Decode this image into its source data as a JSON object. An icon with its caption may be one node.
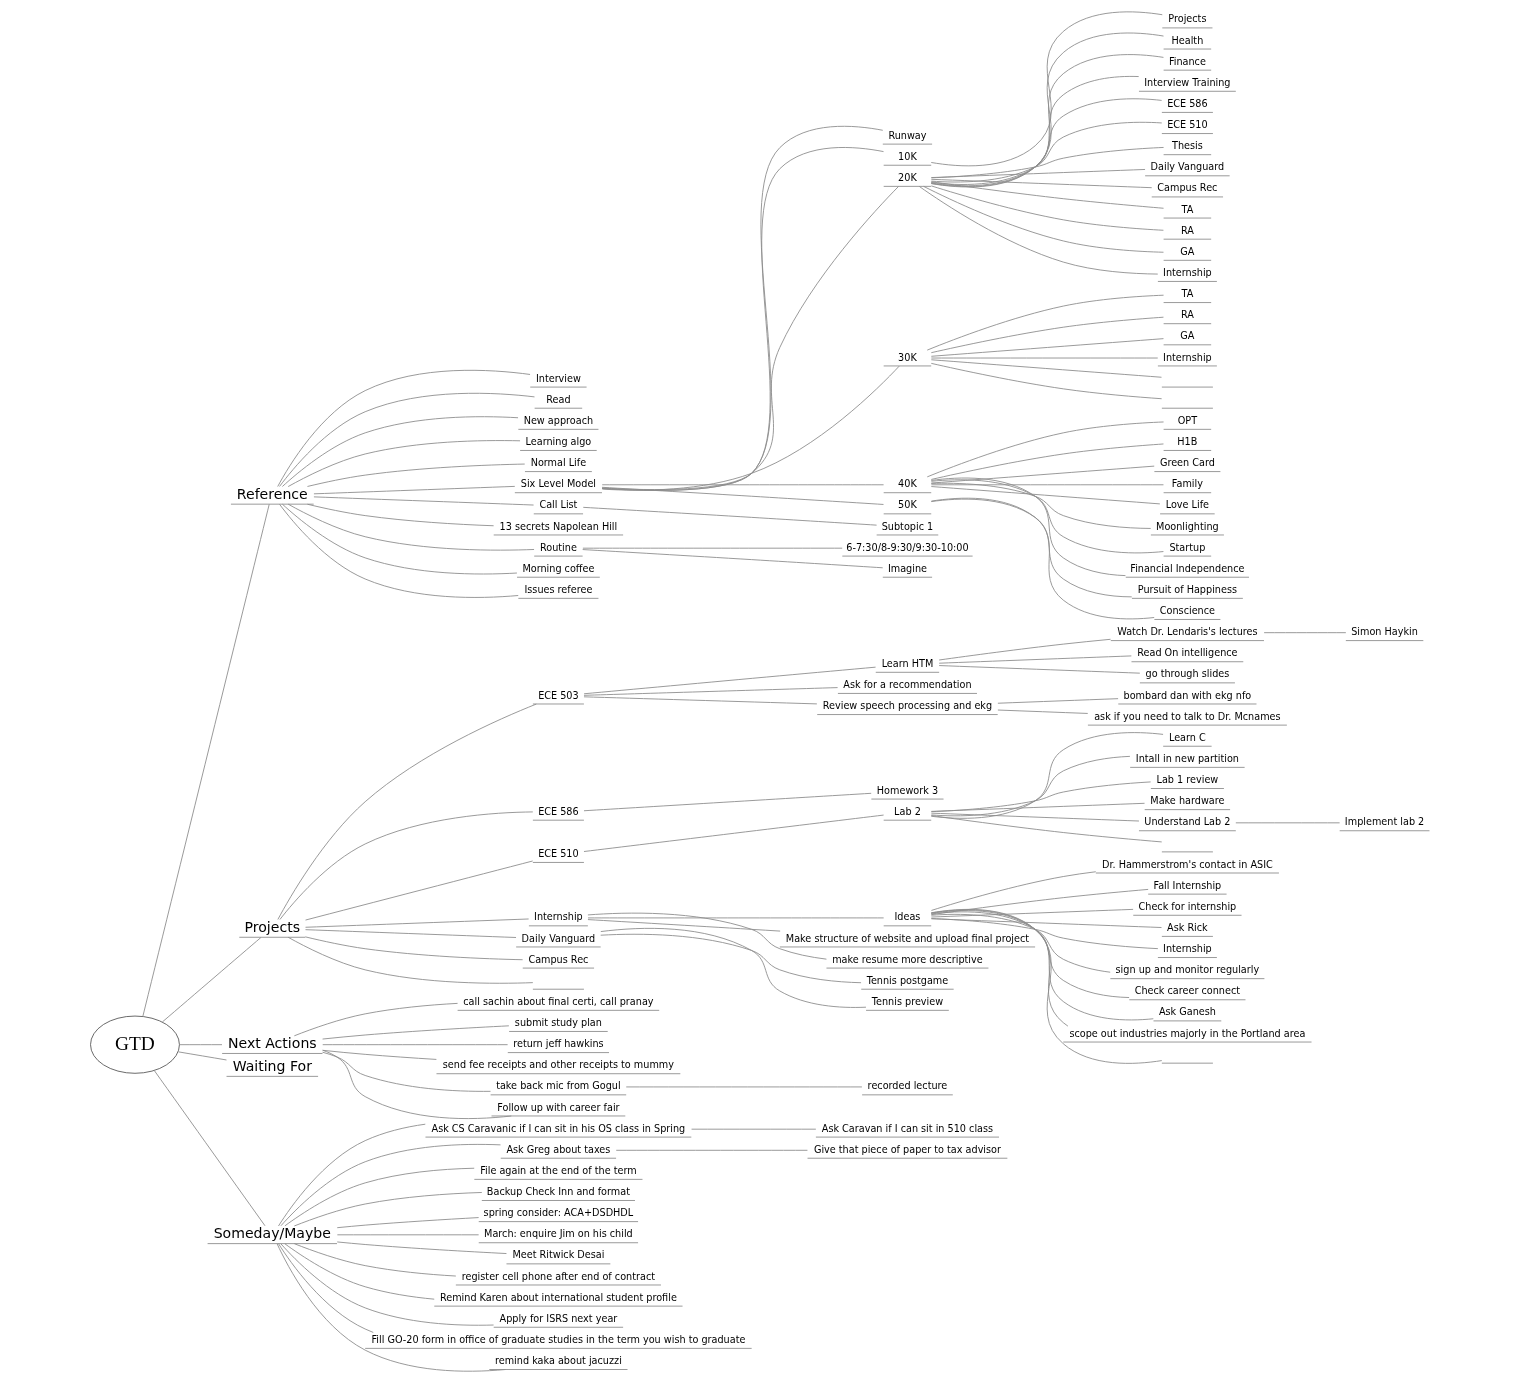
{
  "diagram": {
    "nodes": [
      {
        "text": [
          "GTD"
        ]
      },
      {
        "text": [
          "Reference"
        ]
      },
      {
        "text": [
          "Interview"
        ]
      },
      {
        "text": [
          "Read"
        ]
      },
      {
        "text": [
          "New approach"
        ]
      },
      {
        "text": [
          "Learning algo"
        ]
      },
      {
        "text": [
          "Normal Life"
        ]
      },
      {
        "text": [
          "Six Level Model"
        ]
      },
      {
        "text": [
          "Runway"
        ]
      },
      {
        "text": [
          "10K"
        ]
      },
      {
        "text": [
          "Projects"
        ]
      },
      {
        "text": [
          "20K"
        ]
      },
      {
        "text": [
          "Health"
        ]
      },
      {
        "text": [
          "Finance"
        ]
      },
      {
        "text": [
          "Interview Training"
        ]
      },
      {
        "text": [
          "ECE 586"
        ]
      },
      {
        "text": [
          "ECE 510"
        ]
      },
      {
        "text": [
          "Thesis"
        ]
      },
      {
        "text": [
          "Daily Vanguard"
        ]
      },
      {
        "text": [
          "Campus Rec"
        ]
      },
      {
        "text": [
          "TA"
        ]
      },
      {
        "text": [
          "RA"
        ]
      },
      {
        "text": [
          "GA"
        ]
      },
      {
        "text": [
          "Internship"
        ]
      },
      {
        "text": [
          "30K"
        ]
      },
      {
        "text": [
          "TA"
        ]
      },
      {
        "text": [
          "RA"
        ]
      },
      {
        "text": [
          "GA"
        ]
      },
      {
        "text": [
          "Internship"
        ]
      },
      {
        "text": [],
        "shape": "bar"
      },
      {
        "text": [],
        "shape": "bar"
      },
      {
        "text": [
          "40K"
        ]
      },
      {
        "text": [
          "OPT"
        ]
      },
      {
        "text": [
          "H1B"
        ]
      },
      {
        "text": [
          "Green Card"
        ]
      },
      {
        "text": [
          "Family"
        ]
      },
      {
        "text": [
          "Love Life"
        ]
      },
      {
        "text": [
          "Moonlighting"
        ]
      },
      {
        "text": [
          "Startup"
        ]
      },
      {
        "text": [
          "Financial Independence"
        ]
      },
      {
        "text": [
          "50K"
        ]
      },
      {
        "text": [
          "Pursuit of Happiness"
        ]
      },
      {
        "text": [
          "Conscience"
        ]
      },
      {
        "text": [
          "Call List"
        ]
      },
      {
        "text": [
          "Subtopic 1"
        ]
      },
      {
        "text": [
          "13 secrets Napolean Hill"
        ]
      },
      {
        "text": [
          "Routine"
        ]
      },
      {
        "text": [
          "6-7:30/8-9:30/9:30-10:00"
        ]
      },
      {
        "text": [
          "Imagine"
        ]
      },
      {
        "text": [
          "Morning coffee"
        ]
      },
      {
        "text": [
          "Issues referee"
        ]
      },
      {
        "text": [
          "Projects"
        ]
      },
      {
        "text": [
          "ECE 503"
        ]
      },
      {
        "text": [
          "Learn HTM"
        ]
      },
      {
        "text": [
          "Watch Dr. Lendaris's lectures"
        ]
      },
      {
        "text": [
          "Simon Haykin"
        ]
      },
      {
        "text": [
          "Read On intelligence"
        ]
      },
      {
        "text": [
          "go through slides"
        ]
      },
      {
        "text": [
          "Ask for a recommendation"
        ]
      },
      {
        "text": [
          "Review speech processing and ekg"
        ]
      },
      {
        "text": [
          "bombard dan with ekg nfo"
        ]
      },
      {
        "text": [
          "ask if you need to talk to Dr. Mcnames"
        ]
      },
      {
        "text": [
          "ECE 586"
        ]
      },
      {
        "text": [
          "Homework 3"
        ]
      },
      {
        "text": [
          "ECE 510"
        ]
      },
      {
        "text": [
          "Lab 2"
        ]
      },
      {
        "text": [
          "Learn C"
        ]
      },
      {
        "text": [
          "Intall in new partition"
        ]
      },
      {
        "text": [
          "Lab 1 review"
        ]
      },
      {
        "text": [
          "Make hardware"
        ]
      },
      {
        "text": [
          "Understand Lab 2"
        ]
      },
      {
        "text": [
          "Implement lab 2"
        ]
      },
      {
        "text": [],
        "shape": "bar"
      },
      {
        "text": [
          "Internship"
        ]
      },
      {
        "text": [
          "Ideas"
        ]
      },
      {
        "text": [
          "Dr. Hammerstrom's contact in ASIC"
        ]
      },
      {
        "text": [
          "Fall Internship"
        ]
      },
      {
        "text": [
          "Check for internship"
        ]
      },
      {
        "text": [
          "Ask Rick"
        ]
      },
      {
        "text": [
          "Internship"
        ]
      },
      {
        "text": [
          "sign up and monitor regularly"
        ]
      },
      {
        "text": [
          "Check career connect"
        ]
      },
      {
        "text": [
          "Ask Ganesh"
        ]
      },
      {
        "text": [
          "scope out industries majorly in the Portland area"
        ]
      },
      {
        "text": [],
        "shape": "bar"
      },
      {
        "text": [
          "Make structure of website and upload final project"
        ]
      },
      {
        "text": [
          "make resume more descriptive"
        ]
      },
      {
        "text": [
          "Daily Vanguard"
        ]
      },
      {
        "text": [
          "Tennis postgame"
        ]
      },
      {
        "text": [
          "Tennis preview"
        ]
      },
      {
        "text": [
          "Campus Rec"
        ]
      },
      {
        "text": [],
        "shape": "bar"
      },
      {
        "text": [
          "Next Actions"
        ]
      },
      {
        "text": [
          "call sachin about final certi, call pranay"
        ]
      },
      {
        "text": [
          "submit study plan"
        ]
      },
      {
        "text": [
          "return jeff hawkins"
        ]
      },
      {
        "text": [
          "send fee receipts and other receipts to mummy"
        ]
      },
      {
        "text": [
          "take back mic from Gogul"
        ]
      },
      {
        "text": [
          "recorded lecture"
        ]
      },
      {
        "text": [
          "Follow up with career fair"
        ]
      },
      {
        "text": [
          "Waiting For"
        ]
      },
      {
        "text": [
          "Someday/Maybe"
        ]
      },
      {
        "text": [
          "Ask CS Caravanic if I can sit in his OS class in Spring"
        ]
      },
      {
        "text": [
          "Ask Caravan if I can sit in 510 class"
        ]
      },
      {
        "text": [
          "Ask Greg about taxes"
        ]
      },
      {
        "text": [
          "Give that piece of paper to tax advisor"
        ]
      },
      {
        "text": [
          "File again at the end of the term"
        ]
      },
      {
        "text": [
          "Backup Check Inn and format"
        ]
      },
      {
        "text": [
          "spring consider: ACA+DSDHDL"
        ]
      },
      {
        "text": [
          "March: enquire Jim on his child"
        ]
      },
      {
        "text": [
          "Meet Ritwick Desai"
        ]
      },
      {
        "text": [
          "register cell phone after end of contract"
        ]
      },
      {
        "text": [
          "Remind Karen about international student profile"
        ]
      },
      {
        "text": [
          "Apply for ISRS next year"
        ]
      },
      {
        "text": [
          "Fill GO-20 form in office of graduate studies in the term you wish to graduate"
        ]
      },
      {
        "text": [
          "remind kaka about jacuzzi"
        ]
      }
    ],
    "edges": [
      {
        "from": 0,
        "to": 1,
        "arrow": "none"
      },
      {
        "from": 1,
        "to": 2,
        "arrow": "none"
      },
      {
        "from": 1,
        "to": 3,
        "arrow": "none"
      },
      {
        "from": 1,
        "to": 4,
        "arrow": "none"
      },
      {
        "from": 1,
        "to": 5,
        "arrow": "none"
      },
      {
        "from": 1,
        "to": 6,
        "arrow": "none"
      },
      {
        "from": 1,
        "to": 7,
        "arrow": "none"
      },
      {
        "from": 7,
        "to": 8,
        "arrow": "none"
      },
      {
        "from": 7,
        "to": 9,
        "arrow": "none"
      },
      {
        "from": 9,
        "to": 10,
        "arrow": "none"
      },
      {
        "from": 7,
        "to": 11,
        "arrow": "none"
      },
      {
        "from": 11,
        "to": 12,
        "arrow": "none"
      },
      {
        "from": 11,
        "to": 13,
        "arrow": "none"
      },
      {
        "from": 11,
        "to": 14,
        "arrow": "none"
      },
      {
        "from": 11,
        "to": 15,
        "arrow": "none"
      },
      {
        "from": 11,
        "to": 16,
        "arrow": "none"
      },
      {
        "from": 11,
        "to": 17,
        "arrow": "none"
      },
      {
        "from": 11,
        "to": 18,
        "arrow": "none"
      },
      {
        "from": 11,
        "to": 19,
        "arrow": "none"
      },
      {
        "from": 11,
        "to": 20,
        "arrow": "none"
      },
      {
        "from": 11,
        "to": 21,
        "arrow": "none"
      },
      {
        "from": 11,
        "to": 22,
        "arrow": "none"
      },
      {
        "from": 11,
        "to": 23,
        "arrow": "none"
      },
      {
        "from": 7,
        "to": 24,
        "arrow": "none"
      },
      {
        "from": 24,
        "to": 25,
        "arrow": "none"
      },
      {
        "from": 24,
        "to": 26,
        "arrow": "none"
      },
      {
        "from": 24,
        "to": 27,
        "arrow": "none"
      },
      {
        "from": 24,
        "to": 28,
        "arrow": "none"
      },
      {
        "from": 24,
        "to": 29,
        "arrow": "none"
      },
      {
        "from": 24,
        "to": 30,
        "arrow": "none"
      },
      {
        "from": 7,
        "to": 31,
        "arrow": "none"
      },
      {
        "from": 31,
        "to": 32,
        "arrow": "none"
      },
      {
        "from": 31,
        "to": 33,
        "arrow": "none"
      },
      {
        "from": 31,
        "to": 34,
        "arrow": "none"
      },
      {
        "from": 31,
        "to": 35,
        "arrow": "none"
      },
      {
        "from": 31,
        "to": 36,
        "arrow": "none"
      },
      {
        "from": 31,
        "to": 37,
        "arrow": "none"
      },
      {
        "from": 31,
        "to": 38,
        "arrow": "none"
      },
      {
        "from": 31,
        "to": 39,
        "arrow": "none"
      },
      {
        "from": 7,
        "to": 40,
        "arrow": "none"
      },
      {
        "from": 40,
        "to": 41,
        "arrow": "none"
      },
      {
        "from": 40,
        "to": 42,
        "arrow": "none"
      },
      {
        "from": 1,
        "to": 43,
        "arrow": "none"
      },
      {
        "from": 43,
        "to": 44,
        "arrow": "none"
      },
      {
        "from": 1,
        "to": 45,
        "arrow": "none"
      },
      {
        "from": 1,
        "to": 46,
        "arrow": "none"
      },
      {
        "from": 46,
        "to": 47,
        "arrow": "none"
      },
      {
        "from": 46,
        "to": 48,
        "arrow": "none"
      },
      {
        "from": 1,
        "to": 49,
        "arrow": "none"
      },
      {
        "from": 1,
        "to": 50,
        "arrow": "none"
      },
      {
        "from": 0,
        "to": 51,
        "arrow": "none"
      },
      {
        "from": 51,
        "to": 52,
        "arrow": "none"
      },
      {
        "from": 52,
        "to": 53,
        "arrow": "none"
      },
      {
        "from": 53,
        "to": 54,
        "arrow": "none"
      },
      {
        "from": 54,
        "to": 55,
        "arrow": "none"
      },
      {
        "from": 53,
        "to": 56,
        "arrow": "none"
      },
      {
        "from": 53,
        "to": 57,
        "arrow": "none"
      },
      {
        "from": 52,
        "to": 58,
        "arrow": "none"
      },
      {
        "from": 52,
        "to": 59,
        "arrow": "none"
      },
      {
        "from": 59,
        "to": 60,
        "arrow": "none"
      },
      {
        "from": 59,
        "to": 61,
        "arrow": "none"
      },
      {
        "from": 51,
        "to": 62,
        "arrow": "none"
      },
      {
        "from": 62,
        "to": 63,
        "arrow": "none"
      },
      {
        "from": 51,
        "to": 64,
        "arrow": "none"
      },
      {
        "from": 64,
        "to": 65,
        "arrow": "none"
      },
      {
        "from": 65,
        "to": 66,
        "arrow": "none"
      },
      {
        "from": 65,
        "to": 67,
        "arrow": "none"
      },
      {
        "from": 65,
        "to": 68,
        "arrow": "none"
      },
      {
        "from": 65,
        "to": 69,
        "arrow": "none"
      },
      {
        "from": 65,
        "to": 70,
        "arrow": "none"
      },
      {
        "from": 70,
        "to": 71,
        "arrow": "none"
      },
      {
        "from": 65,
        "to": 72,
        "arrow": "none"
      },
      {
        "from": 51,
        "to": 73,
        "arrow": "none"
      },
      {
        "from": 73,
        "to": 74,
        "arrow": "none"
      },
      {
        "from": 74,
        "to": 75,
        "arrow": "none"
      },
      {
        "from": 74,
        "to": 76,
        "arrow": "none"
      },
      {
        "from": 74,
        "to": 77,
        "arrow": "none"
      },
      {
        "from": 74,
        "to": 78,
        "arrow": "none"
      },
      {
        "from": 74,
        "to": 79,
        "arrow": "none"
      },
      {
        "from": 74,
        "to": 80,
        "arrow": "none"
      },
      {
        "from": 74,
        "to": 81,
        "arrow": "none"
      },
      {
        "from": 74,
        "to": 82,
        "arrow": "none"
      },
      {
        "from": 74,
        "to": 83,
        "arrow": "none"
      },
      {
        "from": 74,
        "to": 84,
        "arrow": "none"
      },
      {
        "from": 73,
        "to": 85,
        "arrow": "none"
      },
      {
        "from": 73,
        "to": 86,
        "arrow": "none"
      },
      {
        "from": 51,
        "to": 87,
        "arrow": "none"
      },
      {
        "from": 87,
        "to": 88,
        "arrow": "none"
      },
      {
        "from": 87,
        "to": 89,
        "arrow": "none"
      },
      {
        "from": 51,
        "to": 90,
        "arrow": "none"
      },
      {
        "from": 51,
        "to": 91,
        "arrow": "none"
      },
      {
        "from": 0,
        "to": 92,
        "arrow": "none"
      },
      {
        "from": 92,
        "to": 93,
        "arrow": "none"
      },
      {
        "from": 92,
        "to": 94,
        "arrow": "none"
      },
      {
        "from": 92,
        "to": 95,
        "arrow": "none"
      },
      {
        "from": 92,
        "to": 96,
        "arrow": "none"
      },
      {
        "from": 92,
        "to": 97,
        "arrow": "none"
      },
      {
        "from": 97,
        "to": 98,
        "arrow": "none"
      },
      {
        "from": 92,
        "to": 99,
        "arrow": "none"
      },
      {
        "from": 0,
        "to": 100,
        "arrow": "none"
      },
      {
        "from": 0,
        "to": 101,
        "arrow": "none"
      },
      {
        "from": 101,
        "to": 102,
        "arrow": "none"
      },
      {
        "from": 102,
        "to": 103,
        "arrow": "none"
      },
      {
        "from": 101,
        "to": 104,
        "arrow": "none"
      },
      {
        "from": 104,
        "to": 105,
        "arrow": "none"
      },
      {
        "from": 101,
        "to": 106,
        "arrow": "none"
      },
      {
        "from": 101,
        "to": 107,
        "arrow": "none"
      },
      {
        "from": 101,
        "to": 108,
        "arrow": "none"
      },
      {
        "from": 101,
        "to": 109,
        "arrow": "none"
      },
      {
        "from": 101,
        "to": 110,
        "arrow": "none"
      },
      {
        "from": 101,
        "to": 111,
        "arrow": "none"
      },
      {
        "from": 101,
        "to": 112,
        "arrow": "none"
      },
      {
        "from": 101,
        "to": 113,
        "arrow": "none"
      },
      {
        "from": 101,
        "to": 114,
        "arrow": "none"
      },
      {
        "from": 101,
        "to": 115,
        "arrow": "none"
      }
    ]
  }
}
